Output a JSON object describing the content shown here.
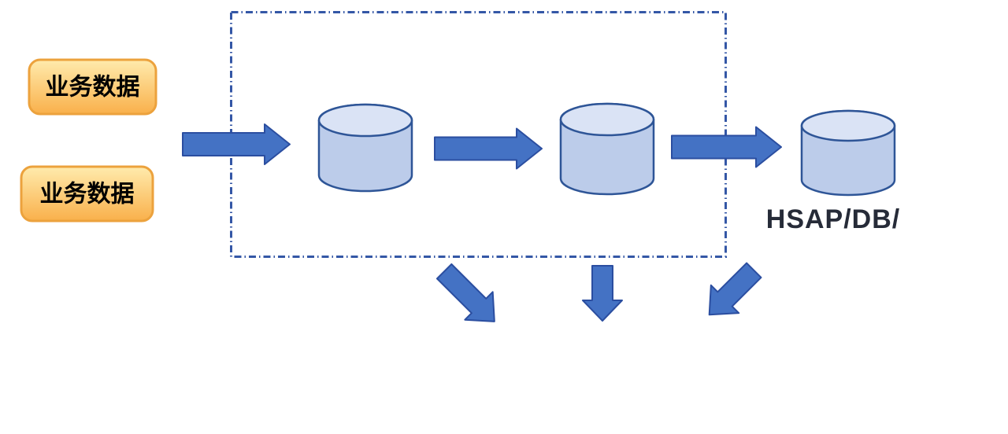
{
  "diagram": {
    "source_boxes": [
      {
        "label": "业务数据"
      },
      {
        "label": "业务数据"
      }
    ],
    "db_caption": "HSAP/DB/"
  },
  "icons": {
    "database_cylinder_icon": "cylinder (db) shape",
    "block_arrow_icon": "solid block arrow",
    "dashed_boundary_icon": "dash-dot rectangle border"
  },
  "colors": {
    "background": "#ffffff",
    "arrow_fill": "#4472c4",
    "arrow_stroke": "#2b4ea0",
    "cylinder_body_fill": "#bcccea",
    "cylinder_top_fill": "#dae3f5",
    "cylinder_stroke": "#2e5597",
    "dashed_box_stroke": "#3457a6",
    "box_fill_top": "#ffebad",
    "box_fill_bottom": "#f9b04b",
    "box_stroke": "#eca23d",
    "box_text": "#000000",
    "db_caption_color": "#262b38"
  }
}
